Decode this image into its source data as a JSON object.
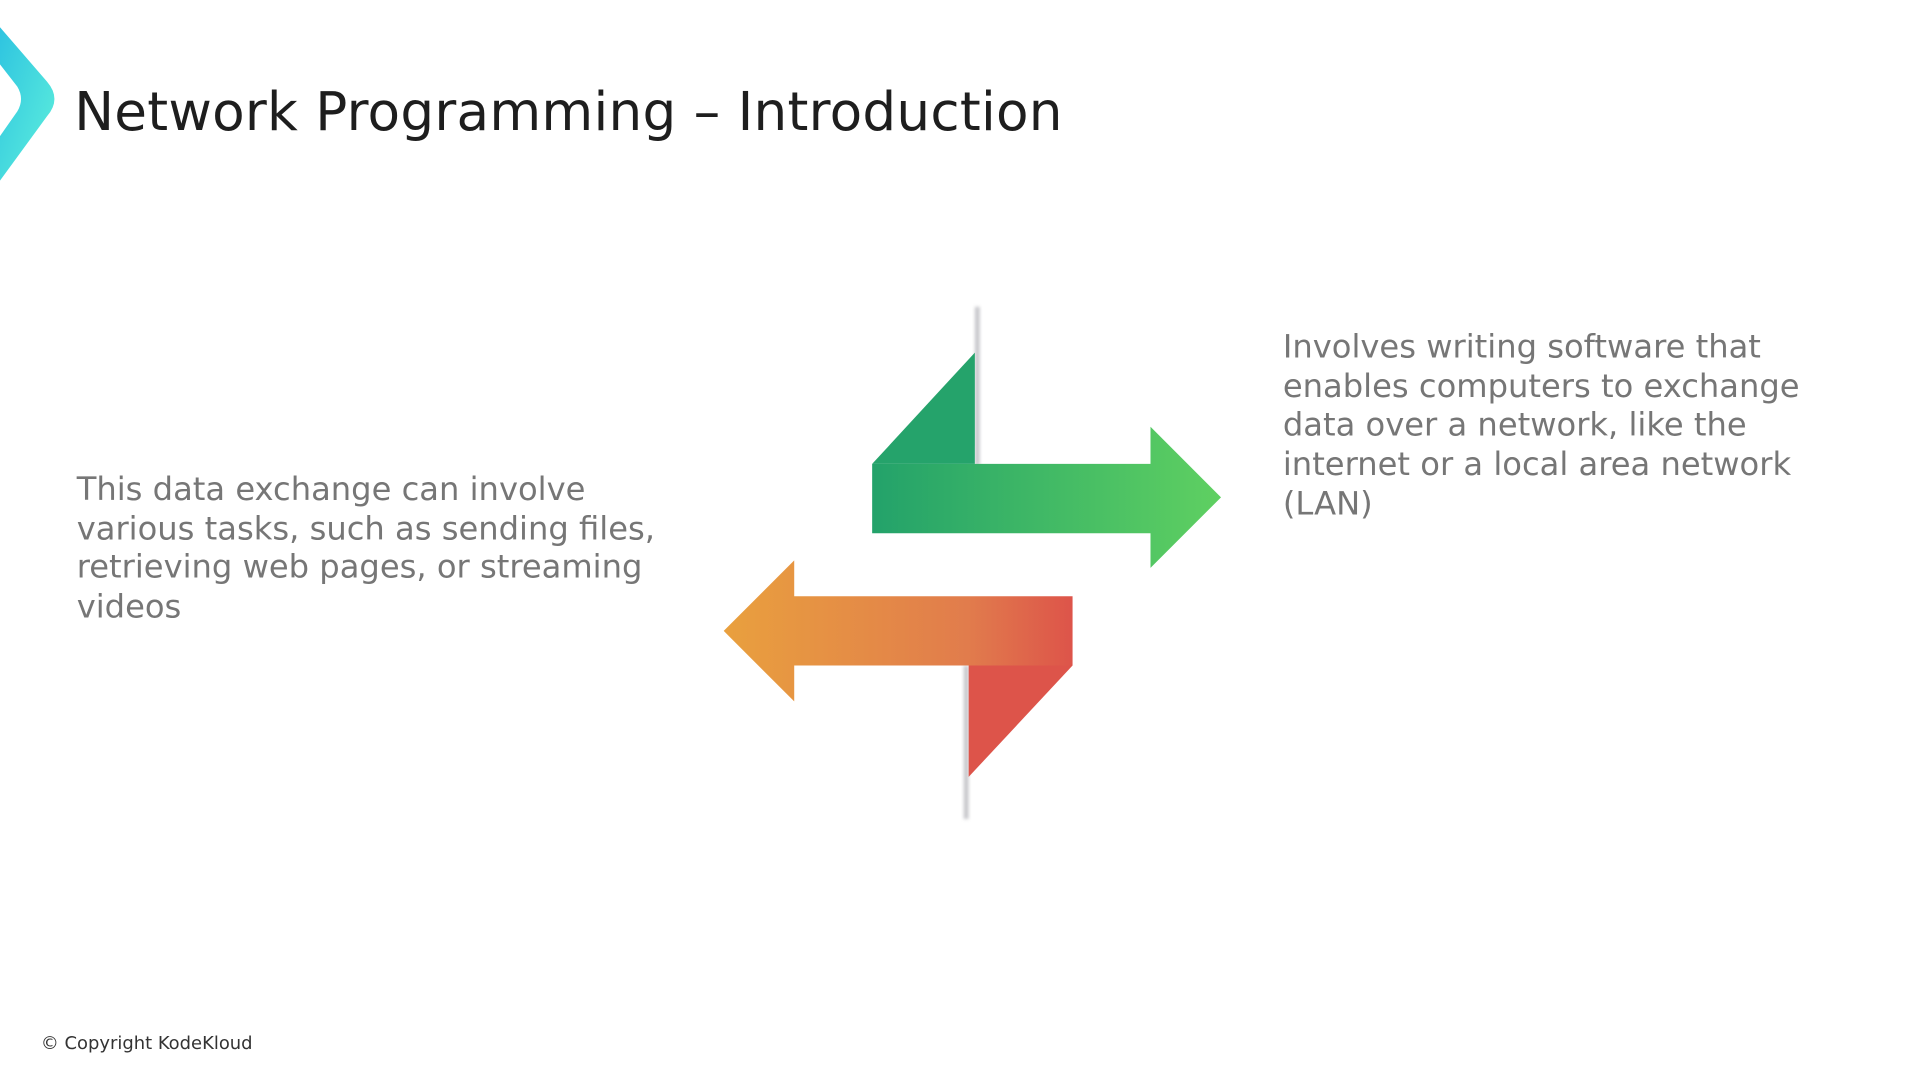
{
  "slide": {
    "title": "Network Programming – Introduction",
    "right_text": "Involves writing software that enables computers to exchange data over a network, like the internet or a local area network (LAN)",
    "left_text": "This data exchange can involve various tasks, such as sending files, retrieving web pages, or streaming videos",
    "copyright": "© Copyright KodeKloud"
  },
  "colors": {
    "logo_start": "#2ec4e0",
    "logo_end": "#5ff0dc",
    "green_dark": "#23a26a",
    "green_light": "#5fd061",
    "orange": "#e9a03e",
    "red": "#dd544a",
    "text_gray": "#767676"
  },
  "icons": [
    "kodekloud-chevron-logo",
    "exchange-arrows-graphic"
  ]
}
